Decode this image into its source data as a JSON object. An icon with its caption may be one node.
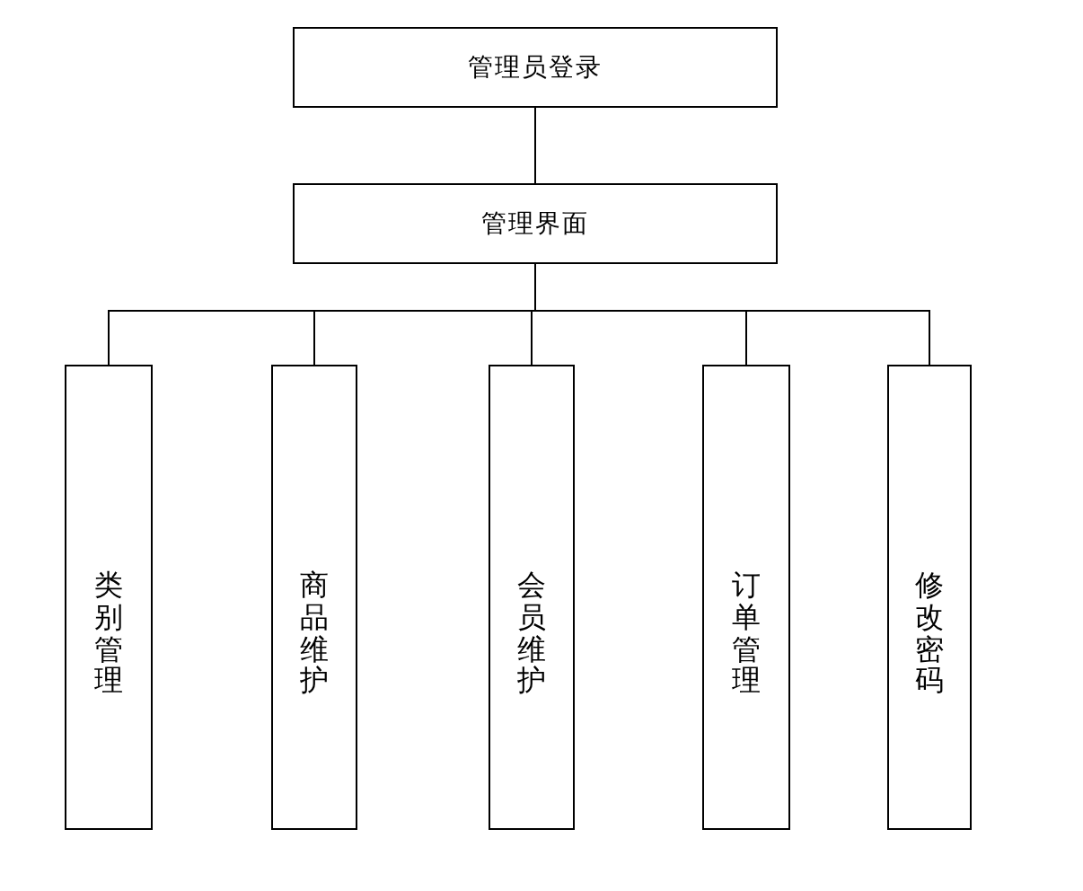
{
  "diagram": {
    "nodes": [
      {
        "text": [
          "管理员登录"
        ]
      },
      {
        "text": [
          "管理界面"
        ]
      },
      {
        "text": [
          "类别管理"
        ]
      },
      {
        "text": [
          "商品维护"
        ]
      },
      {
        "text": [
          "会员维护"
        ]
      },
      {
        "text": [
          "订单管理"
        ]
      },
      {
        "text": [
          "修改密码"
        ]
      }
    ],
    "edges": [
      {
        "from": 0,
        "to": 1,
        "arrow": "none"
      },
      {
        "from": 1,
        "to": 2,
        "arrow": "none"
      },
      {
        "from": 1,
        "to": 3,
        "arrow": "none"
      },
      {
        "from": 1,
        "to": 4,
        "arrow": "none"
      },
      {
        "from": 1,
        "to": 5,
        "arrow": "none"
      },
      {
        "from": 1,
        "to": 6,
        "arrow": "none"
      }
    ]
  }
}
